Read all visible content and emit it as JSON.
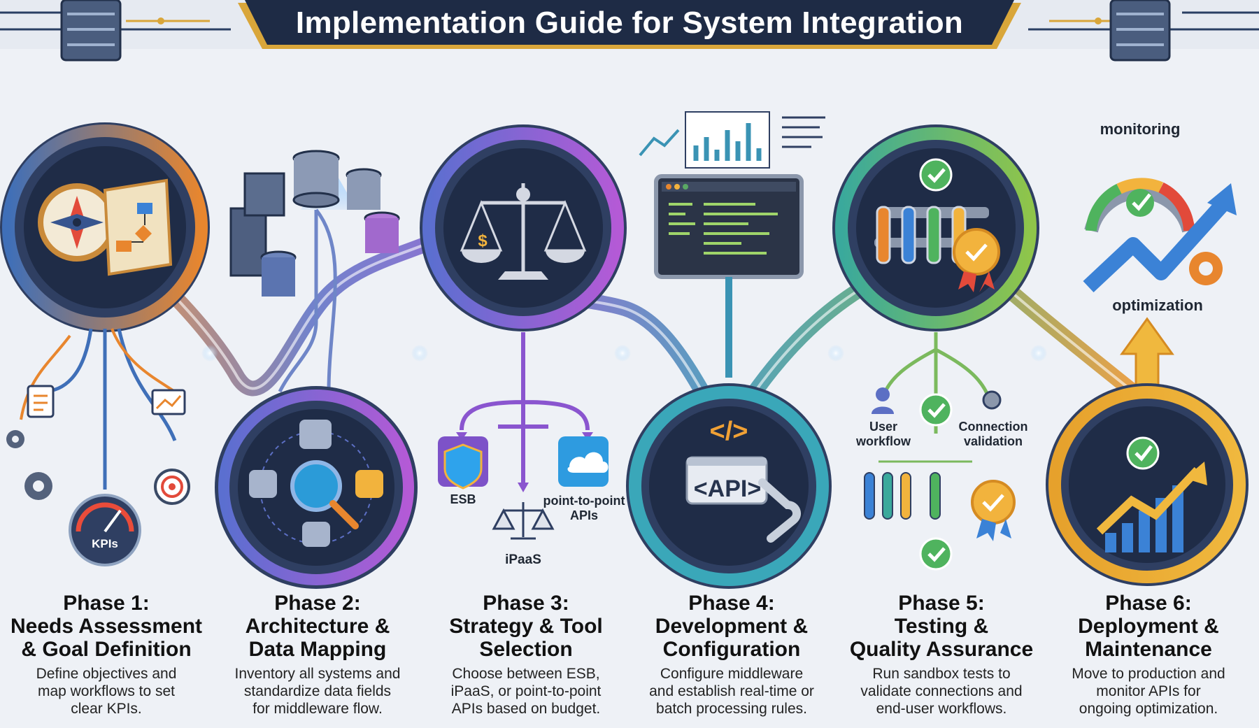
{
  "title": "Implementation Guide for System Integration",
  "colors": {
    "navy": "#1e2b45",
    "gold": "#d9a63a",
    "phase1_blue": "#3f6fb8",
    "phase1_orange": "#e8862e",
    "phase2_blue": "#5c6fc4",
    "phase3_purple": "#8a55cf",
    "phase4_teal": "#3a93b4",
    "phase5_green": "#5aa864",
    "phase6_orange": "#e9932a"
  },
  "callouts": {
    "kpis": "KPIs",
    "esb": "ESB",
    "point_to_point": "point-to-point APIs",
    "ipaas": "iPaaS",
    "api": "<API>",
    "code_tag": "</>",
    "user_workflow": "User workflow",
    "connection_validation": "Connection validation",
    "monitoring": "monitoring",
    "optimization": "optimization"
  },
  "phases": [
    {
      "title": "Phase 1: Needs Assessment & Goal Definition",
      "title_lines": [
        "Phase 1:",
        "Needs Assessment",
        "& Goal Definition"
      ],
      "desc_lines": [
        "Define objectives and",
        "map workflows to set",
        "clear KPIs."
      ]
    },
    {
      "title": "Phase 2: Architecture & Data Mapping",
      "title_lines": [
        "Phase 2:",
        "Architecture &",
        "Data Mapping"
      ],
      "desc_lines": [
        "Inventory all systems and",
        "standardize data fields",
        "for middleware flow."
      ]
    },
    {
      "title": "Phase 3: Strategy & Tool Selection",
      "title_lines": [
        "Phase 3:",
        "Strategy & Tool",
        "Selection"
      ],
      "desc_lines": [
        "Choose between ESB,",
        "iPaaS, or point-to-point",
        "APIs based on budget."
      ]
    },
    {
      "title": "Phase 4: Development & Configuration",
      "title_lines": [
        "Phase 4:",
        "Development &",
        "Configuration"
      ],
      "desc_lines": [
        "Configure middleware",
        "and establish real-time or",
        "batch processing rules."
      ]
    },
    {
      "title": "Phase 5: Testing & Quality Assurance",
      "title_lines": [
        "Phase 5:",
        "Testing &",
        "Quality Assurance"
      ],
      "desc_lines": [
        "Run sandbox tests to",
        "validate connections and",
        "end-user workflows."
      ]
    },
    {
      "title": "Phase 6: Deployment & Maintenance",
      "title_lines": [
        "Phase 6:",
        "Deployment &",
        "Maintenance"
      ],
      "desc_lines": [
        "Move to production and",
        "monitor APIs for",
        "ongoing optimization."
      ]
    }
  ]
}
